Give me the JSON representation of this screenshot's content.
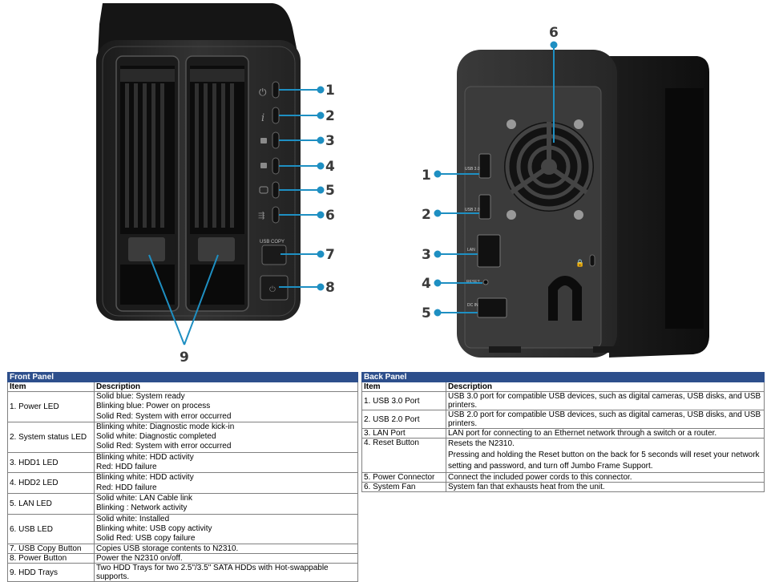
{
  "front_diagram": {
    "callouts": [
      "1",
      "2",
      "3",
      "4",
      "5",
      "6",
      "7",
      "8",
      "9"
    ],
    "usb_copy_label": "USB COPY"
  },
  "back_diagram": {
    "callouts": [
      "1",
      "2",
      "3",
      "4",
      "5",
      "6"
    ],
    "port_labels": [
      "USB 3.0",
      "USB 2.0",
      "LAN",
      "RESET",
      "DC IN"
    ]
  },
  "front_panel": {
    "title": "Front Panel",
    "headers": [
      "Item",
      "Description"
    ],
    "rows": [
      {
        "item": "1. Power LED",
        "desc": [
          "Solid blue: System ready",
          "Blinking blue: Power on process",
          "Solid Red: System with error occurred"
        ]
      },
      {
        "item": "2. System status LED",
        "desc": [
          "Blinking white: Diagnostic mode kick-in",
          "Solid white: Diagnostic completed",
          "Solid Red: System with error occurred"
        ]
      },
      {
        "item": "3. HDD1 LED",
        "desc": [
          "Blinking white: HDD activity",
          "Red: HDD failure"
        ]
      },
      {
        "item": "4. HDD2 LED",
        "desc": [
          "Blinking white: HDD activity",
          "Red: HDD failure"
        ]
      },
      {
        "item": "5. LAN LED",
        "desc": [
          "Solid white: LAN Cable link",
          "Blinking : Network activity"
        ]
      },
      {
        "item": "6. USB LED",
        "desc": [
          "Solid white: Installed",
          "Blinking white: USB copy activity",
          "Solid Red: USB copy failure"
        ]
      },
      {
        "item": "7. USB Copy Button",
        "desc": [
          "Copies USB storage contents to N2310."
        ]
      },
      {
        "item": "8. Power Button",
        "desc": [
          "Power the N2310 on/off."
        ]
      },
      {
        "item": "9. HDD Trays",
        "desc": [
          "Two HDD Trays for two 2.5\"/3.5\" SATA HDDs with Hot-swappable supports."
        ]
      }
    ]
  },
  "back_panel": {
    "title": "Back Panel",
    "headers": [
      "Item",
      "Description"
    ],
    "rows": [
      {
        "item": "1. USB 3.0 Port",
        "desc": [
          "USB 3.0 port for compatible USB devices, such as digital cameras, USB disks, and USB printers."
        ]
      },
      {
        "item": "2. USB 2.0 Port",
        "desc": [
          "USB 2.0 port for compatible USB devices, such as digital cameras, USB disks, and USB printers."
        ]
      },
      {
        "item": "3. LAN Port",
        "desc": [
          "LAN port for connecting to an Ethernet network through a switch or a router."
        ]
      },
      {
        "item": "4. Reset Button",
        "desc": [
          "Resets the N2310.",
          "Pressing and holding the Reset button on the back for 5 seconds will reset your network setting and password, and turn off Jumbo Frame Support."
        ]
      },
      {
        "item": "5. Power Connector",
        "desc": [
          "Connect the included power cords to this connector."
        ]
      },
      {
        "item": "6. System Fan",
        "desc": [
          "System fan that exhausts heat from the unit."
        ]
      }
    ]
  },
  "colors": {
    "callout_line": "#1e8fc2",
    "table_header_bg": "#2d4f8c",
    "device_body": "#2b2b2b"
  }
}
